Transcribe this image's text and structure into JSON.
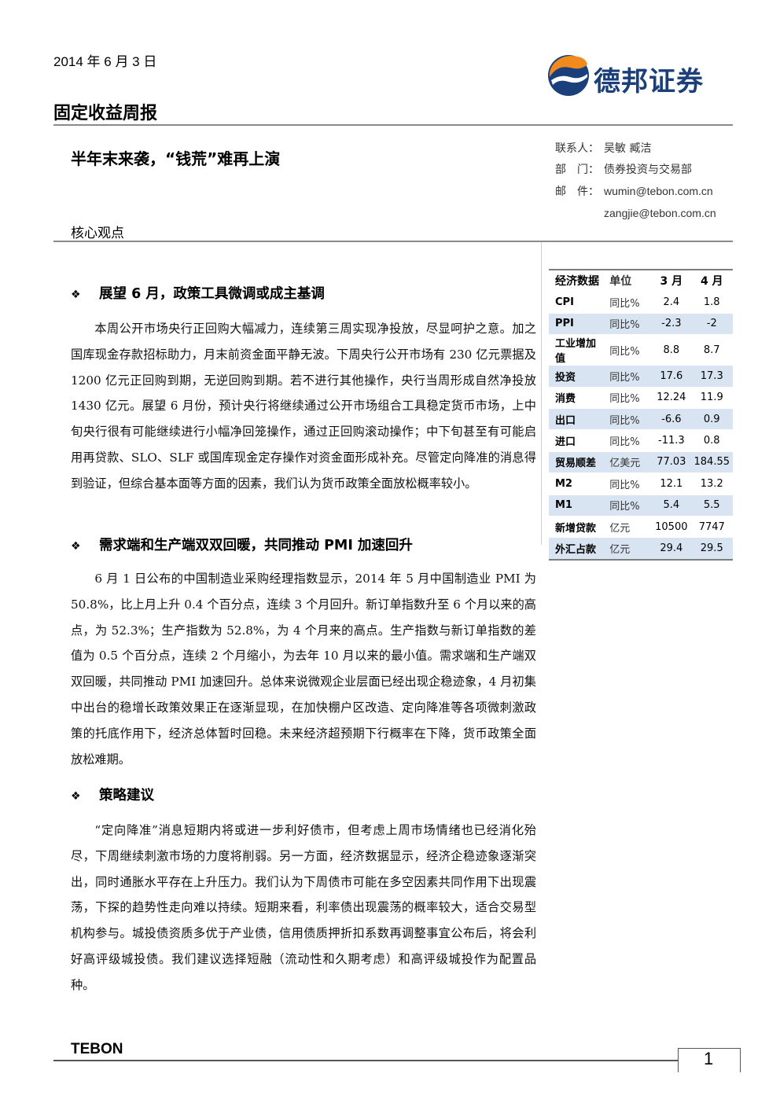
{
  "header": {
    "date": "2014 年 6 月 3 日",
    "logo_text": "德邦证券",
    "report_type": "固定收益周报"
  },
  "headline": "半年末来袭，“钱荒”难再上演",
  "contacts": {
    "contact_label": "联系人：",
    "contact_value": "吴敏 臧洁",
    "dept_label": "部　门：",
    "dept_value": "债券投资与交易部",
    "email_label": "邮　件：",
    "email1": "wumin@tebon.com.cn",
    "email2": "zangjie@tebon.com.cn"
  },
  "core_label": "核心观点",
  "sections": [
    {
      "title": "展望 6 月，政策工具微调或成主基调",
      "paragraph": "本周公开市场央行正回购大幅减力，连续第三周实现净投放，尽显呵护之意。加之国库现金存款招标助力，月末前资金面平静无波。下周央行公开市场有 230 亿元票据及 1200 亿元正回购到期，无逆回购到期。若不进行其他操作，央行当周形成自然净投放 1430 亿元。展望 6 月份，预计央行将继续通过公开市场组合工具稳定货币市场，上中旬央行很有可能继续进行小幅净回笼操作，通过正回购滚动操作；中下旬甚至有可能启用再贷款、SLO、SLF 或国库现金定存操作对资金面形成补充。尽管定向降准的消息得到验证，但综合基本面等方面的因素，我们认为货币政策全面放松概率较小。"
    },
    {
      "title": "需求端和生产端双双回暖，共同推动 PMI 加速回升",
      "paragraph": "6 月 1 日公布的中国制造业采购经理指数显示，2014 年 5 月中国制造业 PMI 为 50.8%，比上月上升 0.4 个百分点，连续 3 个月回升。新订单指数升至 6 个月以来的高点，为 52.3%；生产指数为 52.8%，为 4 个月来的高点。生产指数与新订单指数的差值为 0.5 个百分点，连续 2 个月缩小，为去年 10 月以来的最小值。需求端和生产端双双回暖，共同推动 PMI 加速回升。总体来说微观企业层面已经出现企稳迹象，4 月初集中出台的稳增长政策效果正在逐渐显现，在加快棚户区改造、定向降准等各项微刺激政策的托底作用下，经济总体暂时回稳。未来经济超预期下行概率在下降，货币政策全面放松难期。"
    },
    {
      "title": "策略建议",
      "paragraph": "“定向降准”消息短期内将或进一步利好债市，但考虑上周市场情绪也已经消化殆尽，下周继续刺激市场的力度将削弱。另一方面，经济数据显示，经济企稳迹象逐渐突出，同时通胀水平存在上升压力。我们认为下周债市可能在多空因素共同作用下出现震荡，下探的趋势性走向难以持续。短期来看，利率债出现震荡的概率较大，适合交易型机构参与。城投债资质多优于产业债，信用债质押折扣系数再调整事宜公布后，将会利好高评级城投债。我们建议选择短融（流动性和久期考虑）和高评级城投作为配置品种。"
    }
  ],
  "econ_table": {
    "headers": [
      "经济数据",
      "单位",
      "3 月",
      "4 月"
    ],
    "rows": [
      [
        "CPI",
        "同比%",
        "2.4",
        "1.8"
      ],
      [
        "PPI",
        "同比%",
        "-2.3",
        "-2"
      ],
      [
        "工业增加值",
        "同比%",
        "8.8",
        "8.7"
      ],
      [
        "投资",
        "同比%",
        "17.6",
        "17.3"
      ],
      [
        "消费",
        "同比%",
        "12.24",
        "11.9"
      ],
      [
        "出口",
        "同比%",
        "-6.6",
        "0.9"
      ],
      [
        "进口",
        "同比%",
        "-11.3",
        "0.8"
      ],
      [
        "贸易顺差",
        "亿美元",
        "77.03",
        "184.55"
      ],
      [
        "M2",
        "同比%",
        "12.1",
        "13.2"
      ],
      [
        "M1",
        "同比%",
        "5.4",
        "5.5"
      ],
      [
        "新增贷款",
        "亿元",
        "10500",
        "7747"
      ],
      [
        "外汇占款",
        "亿元",
        "29.4",
        "29.5"
      ]
    ]
  },
  "footer": {
    "brand": "TEBON",
    "page_number": "1"
  },
  "colors": {
    "logo_blue": "#1a3f7a",
    "logo_orange": "#f08a1c",
    "table_stripe": "#d9e4f2",
    "rule_gray": "#8a8a8a"
  }
}
